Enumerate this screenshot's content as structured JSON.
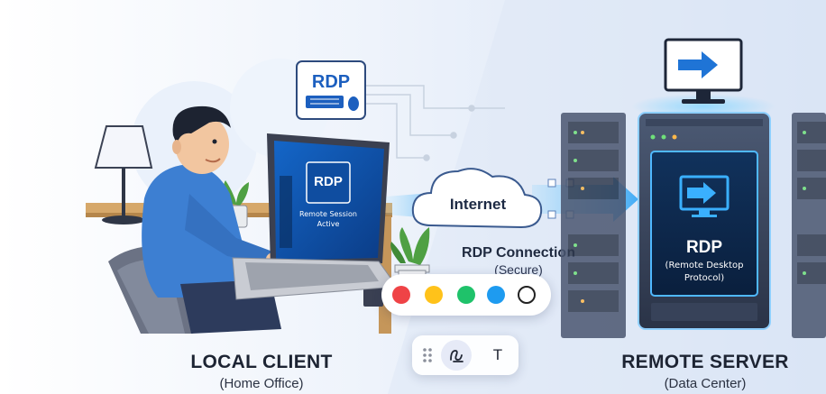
{
  "illustration": {
    "rdp_badge_label": "RDP",
    "laptop_screen_title": "RDP",
    "laptop_screen_line1": "Remote Session",
    "laptop_screen_line2": "Active",
    "cloud_label": "Internet",
    "connection_title": "RDP Connection",
    "connection_subtitle": "(Secure)",
    "server_title": "RDP",
    "server_line1": "(Remote Desktop",
    "server_line2": "Protocol)"
  },
  "local": {
    "title": "LOCAL CLIENT",
    "subtitle": "(Home Office)"
  },
  "remote": {
    "title": "REMOTE SERVER",
    "subtitle": "(Data Center)"
  },
  "palette": {
    "colors": [
      "#ef4346",
      "#ffc21a",
      "#1fc26a",
      "#1e9bf0",
      "#ffffff"
    ]
  },
  "toolbar": {
    "drag_icon": "drag-handle-icon",
    "pen_icon": "pen-squiggle-icon",
    "text_label": "T"
  }
}
